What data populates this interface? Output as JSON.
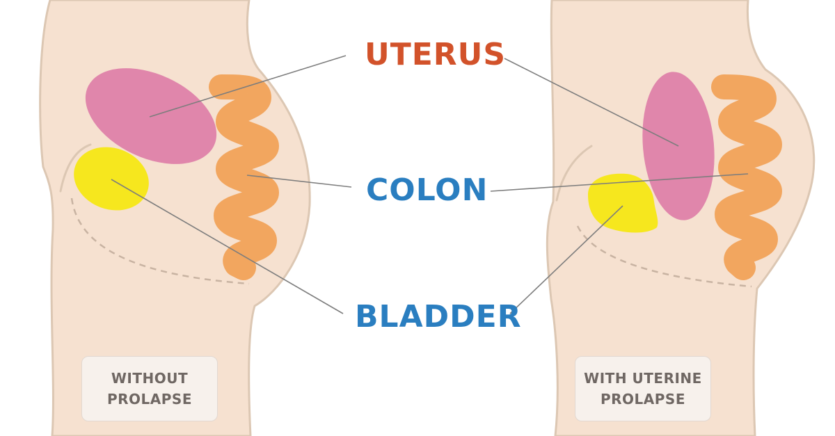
{
  "labels": {
    "uterus": "UTERUS",
    "colon": "COLON",
    "bladder": "BLADDER"
  },
  "captions": {
    "left": {
      "line1": "WITHOUT",
      "line2": "PROLAPSE"
    },
    "right": {
      "line1": "WITH UTERINE",
      "line2": "PROLAPSE"
    }
  },
  "colors": {
    "body_fill": "#f6e1d0",
    "body_outline": "#dcc7b3",
    "uterus_fill": "#e086ab",
    "colon_fill": "#f2a65f",
    "bladder_fill": "#f6e71e",
    "uterus_label": "#d2522a",
    "organ_label": "#2a7ec0",
    "leader_line": "#7d7d7d"
  }
}
